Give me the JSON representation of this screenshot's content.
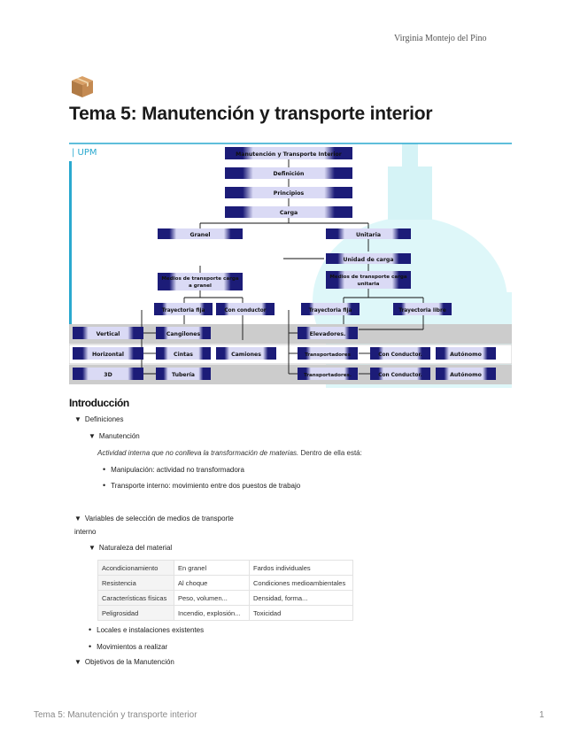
{
  "header": {
    "author": "Virginia Montejo del Pino"
  },
  "page": {
    "icon": "package-box-icon",
    "title": "Tema 5: Manutención y transporte interior"
  },
  "diagram": {
    "logo": "| UPM",
    "top_nodes": [
      "Manutención y Transporte Interior",
      "Definición",
      "Principios",
      "Carga"
    ],
    "granel": "Granel",
    "unitaria": "Unitaria",
    "unidad_carga": "Unidad de carga",
    "medios_granel": [
      "Medios de transporte carga",
      "a granel"
    ],
    "medios_unitaria": [
      "Medios de transporte carga",
      "unitaria"
    ],
    "trayectoria_fija_1": "Trayectoria fija",
    "con_conductor_1": "Con conductor",
    "trayectoria_fija_2": "Trayectoria fija",
    "trayectoria_libre": "Trayectoria libre",
    "rows": [
      {
        "label": "Vertical",
        "cells": [
          "Cangilones",
          "Elevadores."
        ]
      },
      {
        "label": "Horizontal",
        "cells": [
          "Cintas",
          "Camiones",
          "Transportadores",
          "Con Conductor.",
          "Autónomo"
        ]
      },
      {
        "label": "3D",
        "cells": [
          "Tubería",
          "Transportadores.",
          "Con Conductor.",
          "Autónomo"
        ]
      }
    ]
  },
  "intro": {
    "heading": "Introducción",
    "definiciones": "Definiciones",
    "manutencion": "Manutención",
    "def_italic": "Actividad interna que no conlleva la transformación de materias.",
    "def_rest": " Dentro de ella está:",
    "bullets": [
      "Manipulación: actividad no transformadora",
      "Transporte interno: movimiento entre dos puestos de trabajo"
    ],
    "variables_line1": "Variables de selección de medios de transporte",
    "variables_line2": "interno",
    "naturaleza": "Naturaleza del material",
    "table": [
      [
        "Acondicionamiento",
        "En granel",
        "Fardos individuales"
      ],
      [
        "Resistencia",
        "Al choque",
        "Condiciones medioambientales"
      ],
      [
        "Características físicas",
        "Peso, volumen...",
        "Densidad, forma..."
      ],
      [
        "Peligrosidad",
        "Incendio, explosión...",
        "Toxicidad"
      ]
    ],
    "bullets2": [
      "Locales e instalaciones existentes",
      "Movimientos a realizar"
    ],
    "objetivos": "Objetivos de la Manutención"
  },
  "footer": {
    "title": "Tema 5: Manutención y transporte interior",
    "page": "1"
  },
  "colors": {
    "node_dark": "#1c1c78",
    "node_light": "#d8d8f4",
    "accent_cyan": "#2aa9cf",
    "row_band": "#cfcfcf"
  }
}
